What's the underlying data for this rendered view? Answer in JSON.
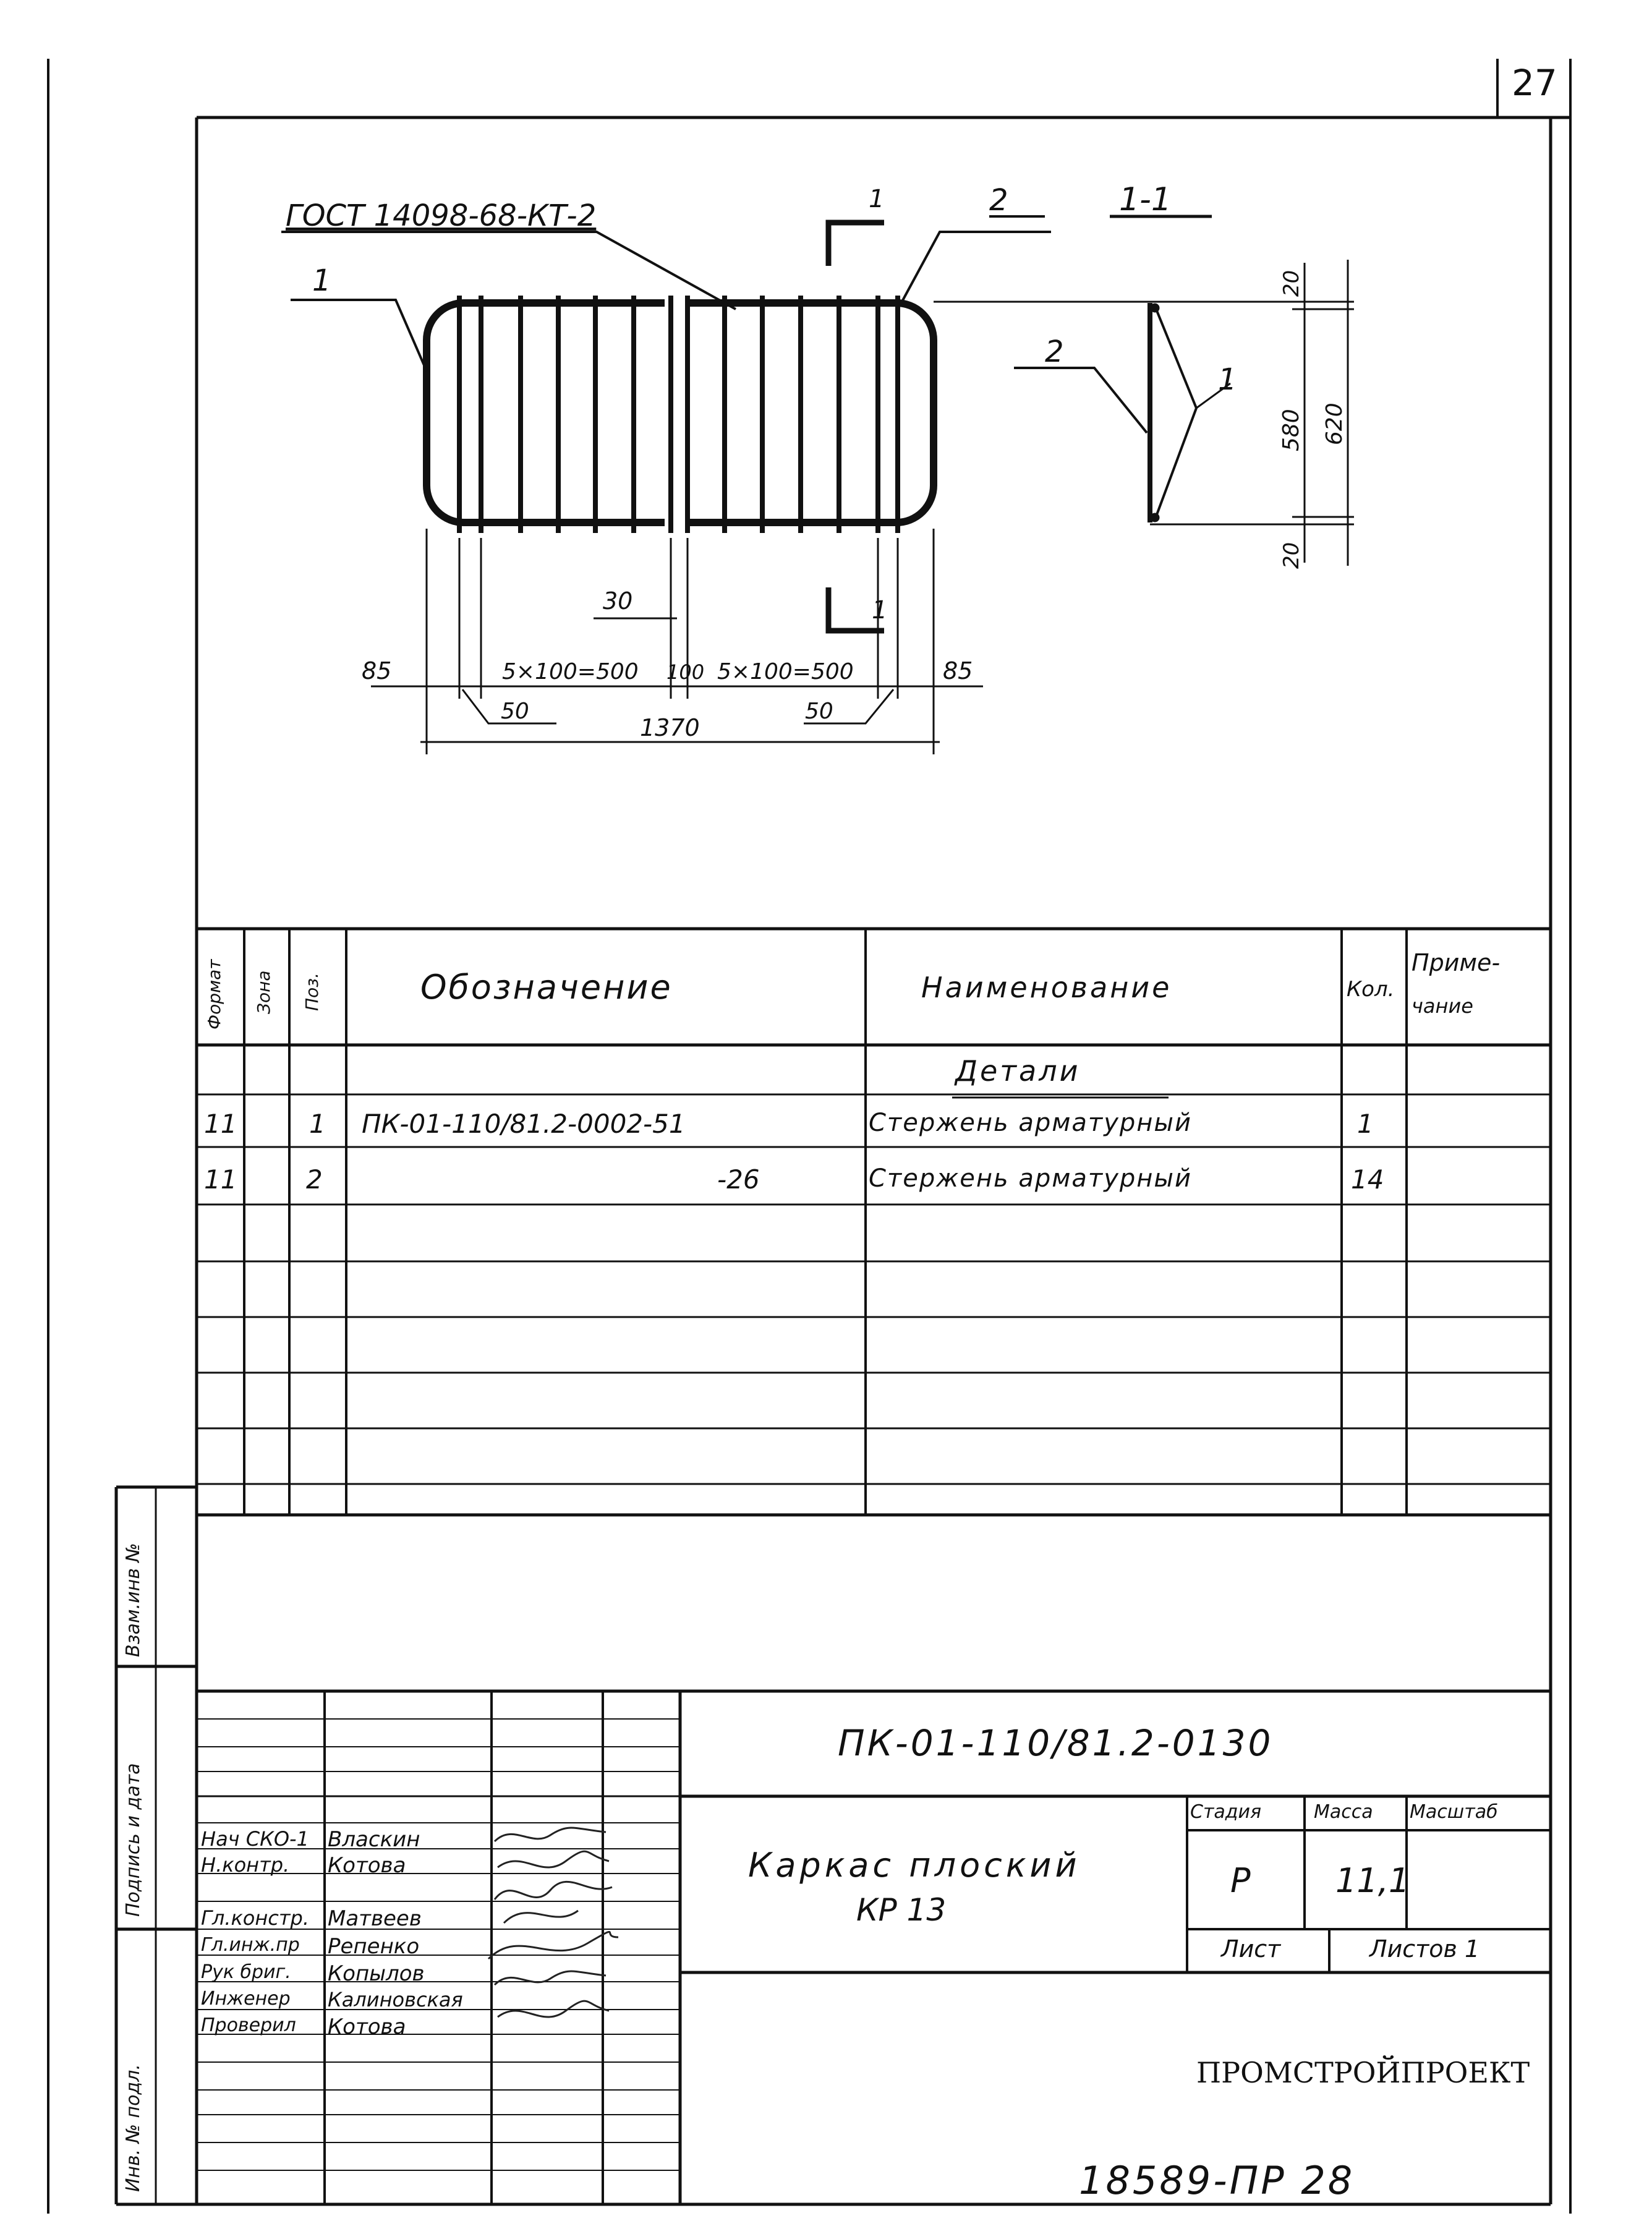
{
  "page_number": "27",
  "drawing": {
    "callout_gost": "ГОСТ 14098-68-КТ-2",
    "pos_1": "1",
    "pos_2": "2",
    "section_mark": "1",
    "section_title": "1-1",
    "dims_left": {
      "d85a": "85",
      "d_left": "5×100=500",
      "d100": "100",
      "d_right": "5×100=500",
      "d85b": "85",
      "d50a": "50",
      "d50b": "50",
      "d30": "30",
      "total": "1370"
    },
    "dims_section": {
      "d20a": "20",
      "d580": "580",
      "d620": "620",
      "d20b": "20"
    }
  },
  "spec": {
    "headers": {
      "format": "Формат",
      "zone": "Зона",
      "pos": "Поз.",
      "designation": "Обозначение",
      "name": "Наименование",
      "qty": "Кол.",
      "note_1": "Приме-",
      "note_2": "чание"
    },
    "section_label": "Детали",
    "rows": [
      {
        "format": "11",
        "zone": "",
        "pos": "1",
        "designation": "ПК-01-110/81.2-0002-51",
        "name": "Стержень арматурный",
        "qty": "1",
        "note": ""
      },
      {
        "format": "11",
        "zone": "",
        "pos": "2",
        "designation": "-26",
        "name": "Стержень арматурный",
        "qty": "14",
        "note": ""
      }
    ]
  },
  "side_labels": {
    "vzam": "Взам.инв №",
    "podpis": "Подпись и дата",
    "inv": "Инв. № подл."
  },
  "title_block": {
    "doc_code": "ПК-01-110/81.2-0130",
    "title_line1": "Каркас плоский",
    "title_line2": "КР 13",
    "stage_label": "Стадия",
    "mass_label": "Масса",
    "scale_label": "Масштаб",
    "stage_value": "Р",
    "mass_value": "11,1",
    "sheet_label": "Лист",
    "sheets_label": "Листов 1",
    "organization": "ПРОМСТРОЙПРОЕКТ",
    "signatures": [
      {
        "role": "Нач СКО-1",
        "name": "Власкин"
      },
      {
        "role": "Н.контр.",
        "name": "Котова"
      },
      {
        "role": "Гл.констр.",
        "name": "Матвеев"
      },
      {
        "role": "Гл.инж.пр",
        "name": "Репенко"
      },
      {
        "role": "Рук бриг.",
        "name": "Копылов"
      },
      {
        "role": "Инженер",
        "name": "Калиновская"
      },
      {
        "role": "Проверил",
        "name": "Котова"
      }
    ]
  },
  "bottom_stamp": "18589-ПР 28"
}
